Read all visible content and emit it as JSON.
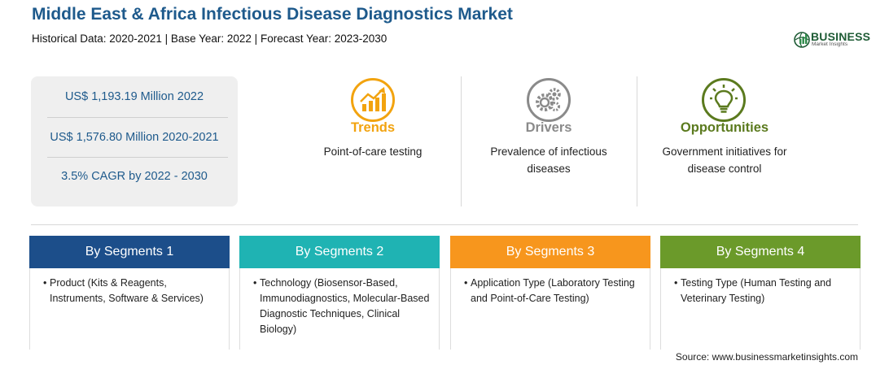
{
  "header": {
    "title": "Middle East & Africa Infectious Disease Diagnostics Market",
    "subtitle": "Historical Data: 2020-2021 | Base Year: 2022 | Forecast Year: 2023-2030"
  },
  "logo": {
    "word": "BUSINESS",
    "sub": "Market Insights"
  },
  "stats": [
    {
      "text": "US$ 1,193.19 Million 2022"
    },
    {
      "text": "US$ 1,576.80 Million 2020-2021"
    },
    {
      "text": "3.5% CAGR by 2022 - 2030"
    }
  ],
  "factors": [
    {
      "heading": "Trends",
      "icon": "trend-chart-icon",
      "color": "#f2a30f",
      "text": [
        "Point-of-care testing"
      ]
    },
    {
      "heading": "Drivers",
      "icon": "gears-icon",
      "color": "#8a8a8a",
      "text": [
        "Prevalence of infectious",
        "diseases"
      ]
    },
    {
      "heading": "Opportunities",
      "icon": "lightbulb-icon",
      "color": "#5b7a1e",
      "text": [
        "Government initiatives for",
        "disease control"
      ]
    }
  ],
  "segments": [
    {
      "heading": "By Segments 1",
      "color": "#1c4e8a",
      "items": [
        "Product (Kits & Reagents, Instruments, Software & Services)"
      ]
    },
    {
      "heading": "By Segments 2",
      "color": "#1fb3b3",
      "items": [
        "Technology (Biosensor-Based, Immunodiagnostics, Molecular-Based Diagnostic Techniques, Clinical Biology)"
      ]
    },
    {
      "heading": "By Segments 3",
      "color": "#f7961d",
      "items": [
        "Application Type (Laboratory Testing and Point-of-Care Testing)"
      ]
    },
    {
      "heading": "By Segments 4",
      "color": "#6b9a2a",
      "items": [
        "Testing Type (Human Testing and Veterinary Testing)"
      ]
    }
  ],
  "source": "Source: www.businessmarketinsights.com"
}
